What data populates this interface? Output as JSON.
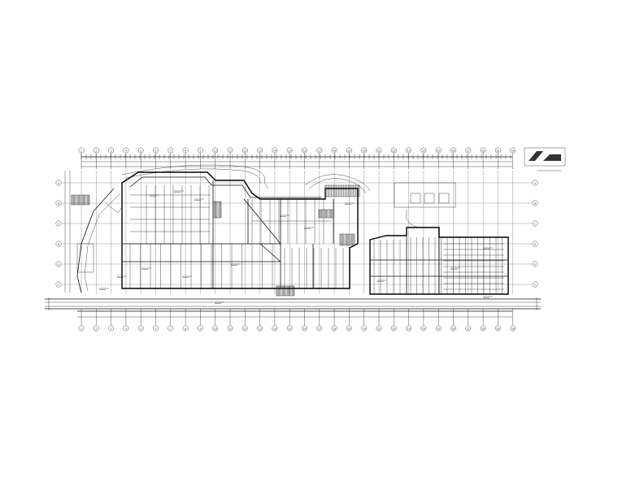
{
  "drawing": {
    "description_hidden": "",
    "axis_labels_top": [
      "1",
      "2",
      "3",
      "4",
      "5",
      "6",
      "7",
      "8",
      "9",
      "10",
      "11",
      "12",
      "13",
      "14",
      "15",
      "16",
      "17",
      "18",
      "19",
      "20",
      "21",
      "22",
      "23",
      "24",
      "25",
      "26",
      "27",
      "28",
      "29",
      "30"
    ],
    "axis_labels_bottom": [
      "1",
      "2",
      "3",
      "4",
      "5",
      "6",
      "7",
      "8",
      "9",
      "10",
      "11",
      "12",
      "13",
      "14",
      "15",
      "16",
      "17",
      "18",
      "19",
      "20",
      "21",
      "22",
      "23",
      "24",
      "25",
      "26",
      "27",
      "28",
      "29",
      "30"
    ],
    "axis_labels_left": [
      "A",
      "B",
      "C",
      "D",
      "E",
      "F"
    ],
    "axis_labels_right": [
      "A",
      "B",
      "C",
      "D",
      "E",
      "F"
    ],
    "colors": {
      "line": "#111111",
      "background": "#ffffff"
    }
  }
}
